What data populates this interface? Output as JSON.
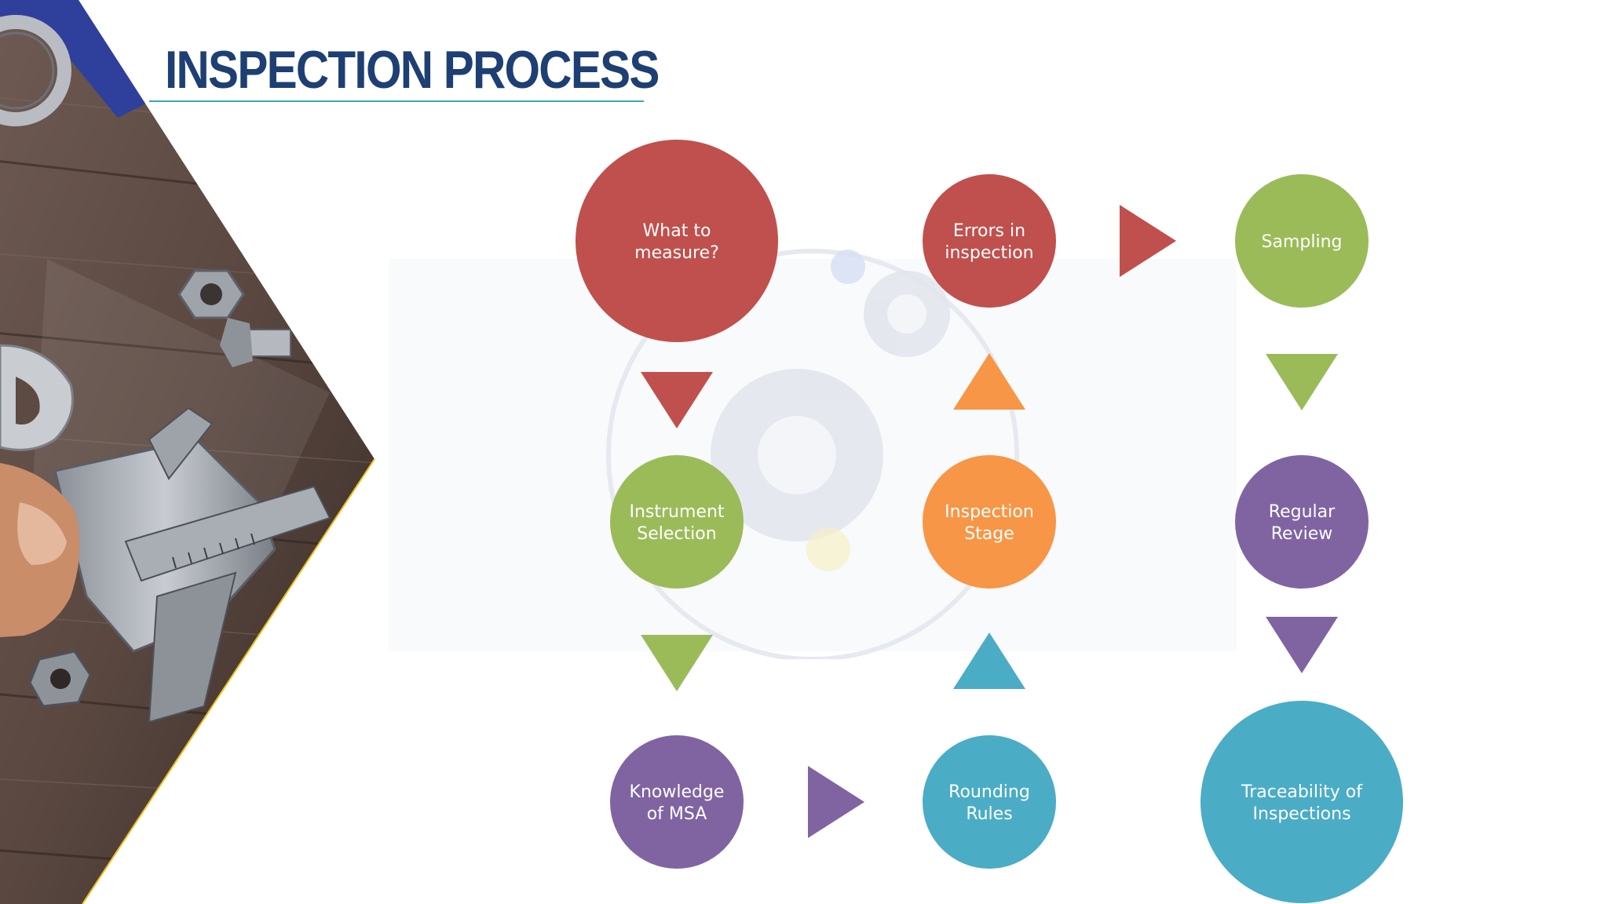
{
  "title": "INSPECTION PROCESS",
  "colors": {
    "title": "#1d3f73",
    "underline": "#3aa5bd",
    "red": "#c0504d",
    "green": "#9bbb59",
    "orange": "#f79646",
    "purple": "#8064a2",
    "teal": "#4bacc6"
  },
  "nodes": [
    {
      "id": "what-to-measure",
      "lines": [
        "What to",
        "measure?"
      ],
      "color": "#c0504d"
    },
    {
      "id": "errors-in-inspection",
      "lines": [
        "Errors in",
        "inspection"
      ],
      "color": "#c0504d"
    },
    {
      "id": "sampling",
      "lines": [
        "Sampling"
      ],
      "color": "#9bbb59"
    },
    {
      "id": "instrument-selection",
      "lines": [
        "Instrument",
        "Selection"
      ],
      "color": "#9bbb59"
    },
    {
      "id": "inspection-stage",
      "lines": [
        "Inspection",
        "Stage"
      ],
      "color": "#f79646"
    },
    {
      "id": "regular-review",
      "lines": [
        "Regular",
        "Review"
      ],
      "color": "#8064a2"
    },
    {
      "id": "knowledge-of-msa",
      "lines": [
        "Knowledge",
        "of MSA"
      ],
      "color": "#8064a2"
    },
    {
      "id": "rounding-rules",
      "lines": [
        "Rounding",
        "Rules"
      ],
      "color": "#4bacc6"
    },
    {
      "id": "traceability-of-inspections",
      "lines": [
        "Traceability of",
        "Inspections"
      ],
      "color": "#4bacc6"
    }
  ],
  "arrows": [
    {
      "id": "what-to-instrument",
      "direction": "down",
      "color": "#c0504d"
    },
    {
      "id": "instrument-to-knowledge",
      "direction": "down",
      "color": "#9bbb59"
    },
    {
      "id": "knowledge-to-rounding",
      "direction": "right",
      "color": "#8064a2"
    },
    {
      "id": "rounding-to-stage",
      "direction": "up",
      "color": "#4bacc6"
    },
    {
      "id": "stage-to-errors",
      "direction": "up",
      "color": "#f79646"
    },
    {
      "id": "errors-to-sampling",
      "direction": "right",
      "color": "#c0504d"
    },
    {
      "id": "sampling-to-review",
      "direction": "down",
      "color": "#9bbb59"
    },
    {
      "id": "review-to-traceability",
      "direction": "down",
      "color": "#8064a2"
    }
  ]
}
